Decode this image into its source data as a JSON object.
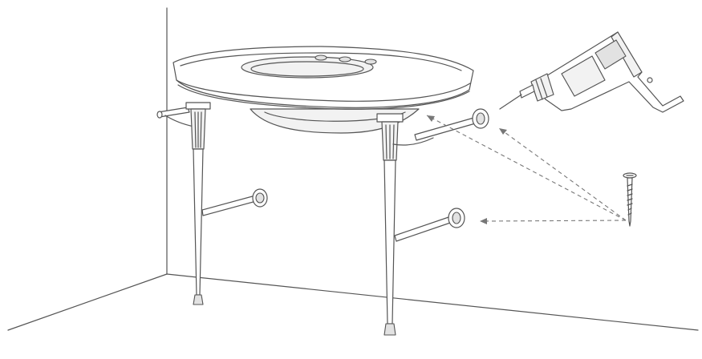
{
  "diagram": {
    "title": "",
    "icons": {
      "drill": "power-drill-icon",
      "screw": "screw-icon",
      "sink": "console-sink-illustration"
    },
    "arrow_targets": [
      "upper-right-wall-bracket",
      "lower-right-wall-bracket"
    ],
    "colors": {
      "stroke": "#555555",
      "fill_light": "#f2f2f2",
      "fill_mid": "#e2e2e2",
      "background": "#ffffff"
    }
  }
}
